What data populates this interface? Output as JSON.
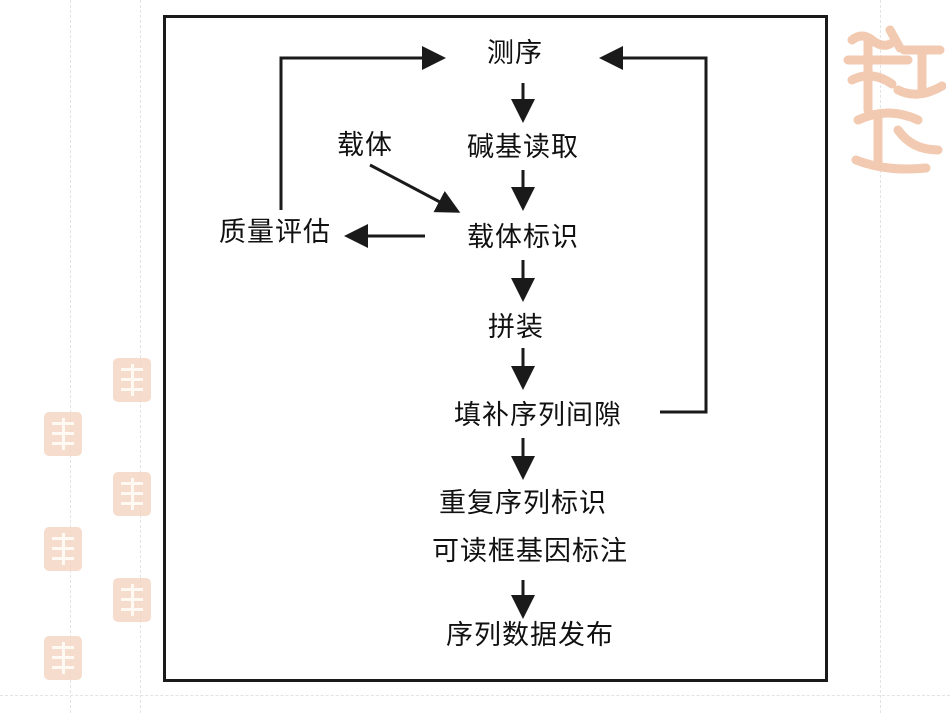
{
  "diagram": {
    "nodes": {
      "sequencing": "测序",
      "base_calling": "碱基读取",
      "vector_label": "载体",
      "vector_identification": "载体标识",
      "quality_assessment": "质量评估",
      "assembly": "拼装",
      "gap_filling": "填补序列间隙",
      "repeat_identification": "重复序列标识",
      "orf_annotation": "可读框基因标注",
      "data_release": "序列数据发布"
    }
  },
  "colors": {
    "ink": "#1a1a1a",
    "seal": "#f4d6c4",
    "seal_text": "#eec0a4"
  },
  "decor": {
    "big_seal_icon": "seal-icon",
    "small_seal_icon": "seal-icon"
  }
}
